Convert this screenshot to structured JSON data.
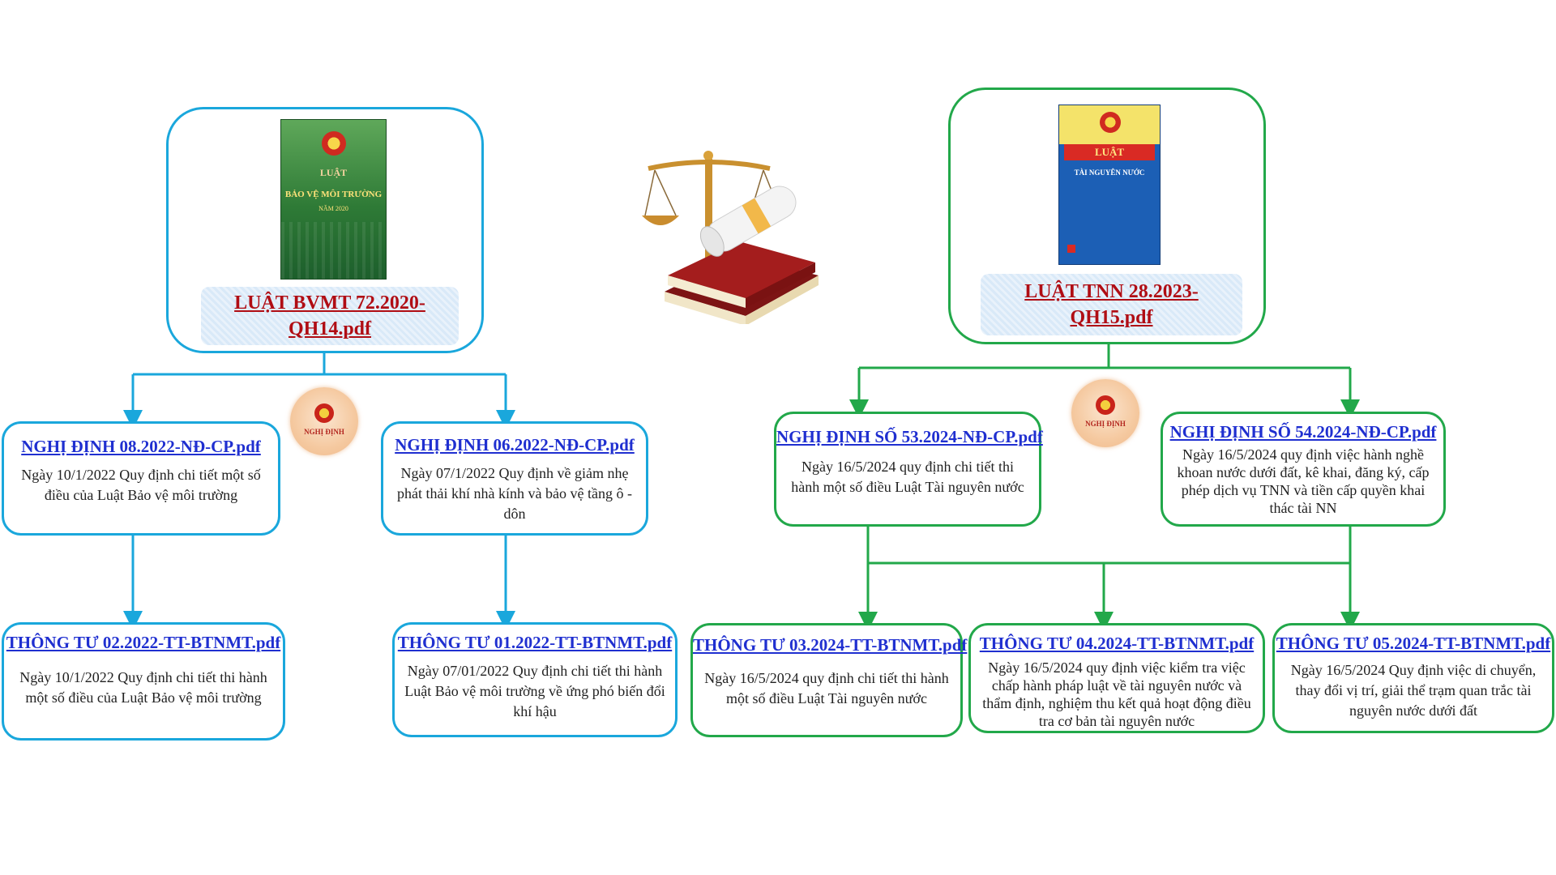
{
  "left": {
    "law": {
      "link_line1": "LUẬT BVMT 72.2020-",
      "link_line2": "QH14.pdf",
      "cover_text": [
        "LUẬT",
        "BẢO VỆ MÔI TRƯỜNG",
        "NĂM 2020"
      ]
    },
    "emblem_label": "NGHỊ ĐỊNH",
    "decrees": [
      {
        "title": "NGHỊ ĐỊNH 08.2022-NĐ-CP.pdf",
        "desc": "Ngày 10/1/2022 Quy định chi tiết một số điều của Luật Bảo vệ môi trường"
      },
      {
        "title": "NGHỊ ĐỊNH 06.2022-NĐ-CP.pdf",
        "desc": "Ngày 07/1/2022 Quy định về giảm nhẹ phát thải khí nhà kính và bảo vệ tầng ô - dôn"
      }
    ],
    "circulars": [
      {
        "title": "THÔNG TƯ 02.2022-TT-BTNMT.pdf",
        "desc": "Ngày 10/1/2022 Quy định chi tiết thi hành một số điều của Luật Bảo vệ môi trường"
      },
      {
        "title": "THÔNG TƯ 01.2022-TT-BTNMT.pdf",
        "desc": "Ngày 07/01/2022 Quy định chi tiết thi hành Luật Bảo vệ môi trường về ứng phó biến đổi khí hậu"
      }
    ]
  },
  "right": {
    "law": {
      "link_line1": "LUẬT TNN 28.2023-",
      "link_line2": "QH15.pdf",
      "cover_text": [
        "LUẬT",
        "TÀI NGUYÊN NƯỚC"
      ]
    },
    "emblem_label": "NGHỊ ĐỊNH",
    "decrees": [
      {
        "title": "NGHỊ ĐỊNH SỐ 53.2024-NĐ-CP.pdf",
        "desc": "Ngày 16/5/2024 quy định chi tiết thi hành một số điều Luật Tài nguyên nước"
      },
      {
        "title": "NGHỊ ĐỊNH SỐ 54.2024-NĐ-CP.pdf",
        "desc": "Ngày 16/5/2024 quy định việc hành nghề khoan nước dưới đất, kê khai, đăng ký, cấp phép dịch vụ TNN và tiền cấp quyền khai thác tài NN"
      }
    ],
    "circulars": [
      {
        "title": "THÔNG TƯ 03.2024-TT-BTNMT.pdf",
        "desc": "Ngày 16/5/2024 quy định chi tiết thi hành một số điều Luật Tài nguyên nước"
      },
      {
        "title": "THÔNG TƯ 04.2024-TT-BTNMT.pdf",
        "desc": "Ngày 16/5/2024 quy định  việc kiểm tra việc chấp hành pháp luật về tài nguyên nước và thẩm định, nghiệm thu kết quả hoạt động điều tra cơ bản tài nguyên nước"
      },
      {
        "title": "THÔNG TƯ 05.2024-TT-BTNMT.pdf",
        "desc": "Ngày 16/5/2024 Quy định việc di chuyển, thay đổi vị trí, giải thể trạm quan trắc tài nguyên nước dưới đất"
      }
    ]
  },
  "colors": {
    "left_border": "#1aa7dc",
    "right_border": "#22a84a",
    "law_link": "#b00d14",
    "doc_link": "#1f2fd0"
  }
}
